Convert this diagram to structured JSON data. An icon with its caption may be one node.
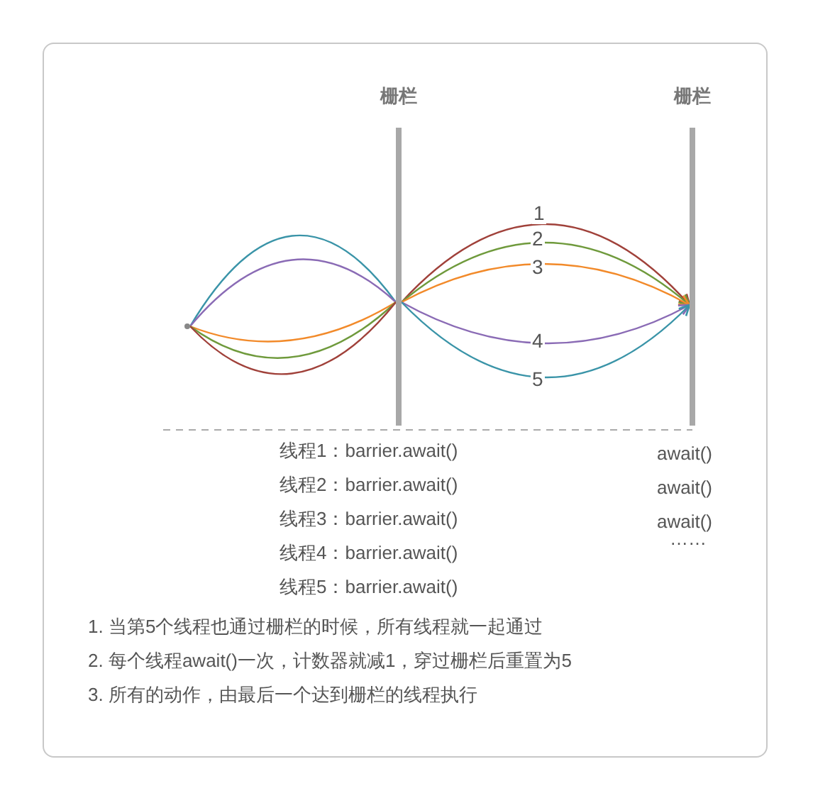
{
  "diagram": {
    "nodes": [
      {
        "text": [],
        "shape": "circle"
      },
      {
        "text": [],
        "shape": "bar",
        "beside": [
          "栅栏"
        ]
      },
      {
        "text": [],
        "shape": "bar",
        "beside": [
          "栅栏"
        ]
      }
    ],
    "edges": [
      {
        "from": 0,
        "to": 1,
        "arrow": "none",
        "color": "#3a94a8"
      },
      {
        "from": 0,
        "to": 1,
        "arrow": "none",
        "color": "#8a6bb5"
      },
      {
        "from": 0,
        "to": 1,
        "arrow": "none",
        "color": "#f28a2a"
      },
      {
        "from": 0,
        "to": 1,
        "arrow": "none",
        "color": "#6f9a3c"
      },
      {
        "from": 0,
        "to": 1,
        "arrow": "none",
        "color": "#a0413a"
      },
      {
        "from": 1,
        "to": 2,
        "arrow": "to",
        "label": "1",
        "color": "#a0413a"
      },
      {
        "from": 1,
        "to": 2,
        "arrow": "to",
        "label": "2",
        "color": "#6f9a3c"
      },
      {
        "from": 1,
        "to": 2,
        "arrow": "to",
        "label": "3",
        "color": "#f28a2a"
      },
      {
        "from": 1,
        "to": 2,
        "arrow": "to",
        "label": "4",
        "color": "#8a6bb5"
      },
      {
        "from": 1,
        "to": 2,
        "arrow": "to",
        "label": "5",
        "color": "#3a94a8"
      }
    ],
    "labels": [
      "线程1：barrier.await()",
      "线程2：barrier.await()",
      "线程3：barrier.await()",
      "线程4：barrier.await()",
      "线程5：barrier.await()",
      "await()",
      "await()",
      "await()",
      "……",
      "1. 当第5个线程也通过栅栏的时候，所有线程就一起通过",
      "2. 每个线程await()一次，计数器就减1，穿过栅栏后重置为5",
      "3. 所有的动作，由最后一个达到栅栏的线程执行"
    ]
  }
}
